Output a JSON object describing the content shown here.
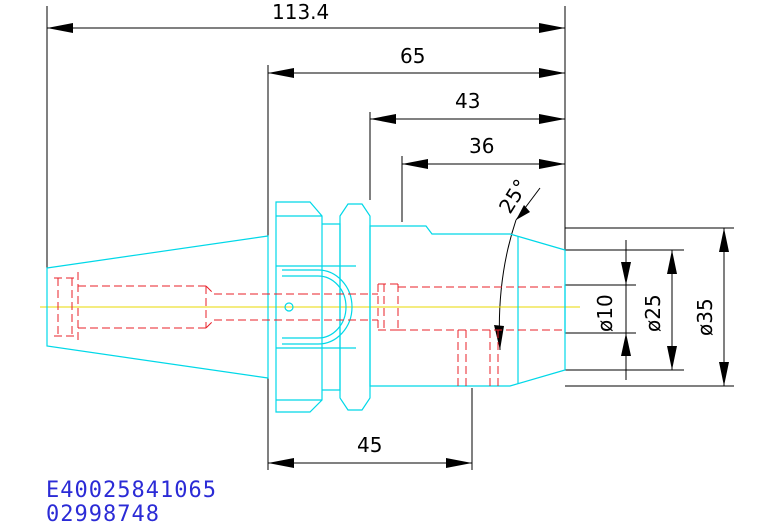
{
  "dimensions": {
    "overall_length": "113.4",
    "length_65": "65",
    "length_43": "43",
    "length_36": "36",
    "length_45": "45",
    "angle": "25°",
    "dia_10": "ø10",
    "dia_25": "ø25",
    "dia_35": "ø35"
  },
  "part_code": {
    "line1": "E40025841065",
    "line2": "02998748"
  },
  "colors": {
    "dimension": "#000000",
    "outline": "#00d8e8",
    "hidden_lines": "#e8202a",
    "centerline": "#e8d800",
    "code_text": "#2b2bd6"
  }
}
